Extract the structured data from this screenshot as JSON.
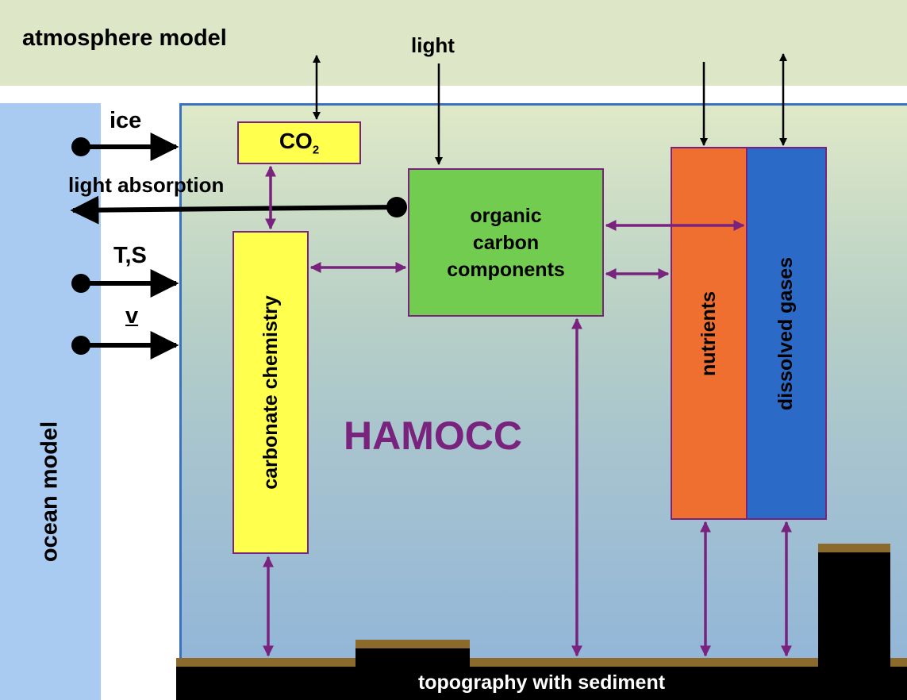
{
  "labels": {
    "atmosphere_model": "atmosphere model",
    "ocean_model": "ocean model",
    "light": "light",
    "ice": "ice",
    "light_absorption": "light absorption",
    "ts": "T,S",
    "v": "v",
    "hamocc": "HAMOCC",
    "topography": "topography with sediment"
  },
  "boxes": {
    "co2_main": "CO",
    "co2_sub": "2",
    "carbonate_chemistry": "carbonate chemistry",
    "organic_line1": "organic",
    "organic_line2": "carbon",
    "organic_line3": "components",
    "nutrients": "nutrients",
    "dissolved_gases": "dissolved gases"
  },
  "colors": {
    "arrow_black": "#000000",
    "arrow_purple": "#7a237e",
    "co2_fill": "#ffff4d",
    "carbonate_fill": "#ffff4d",
    "organic_fill": "#72cc50",
    "nutrients_fill": "#ef6f30",
    "gases_fill": "#2c6ac8",
    "hamocc_text": "#7a237e",
    "sediment": "#8b6a2b"
  }
}
